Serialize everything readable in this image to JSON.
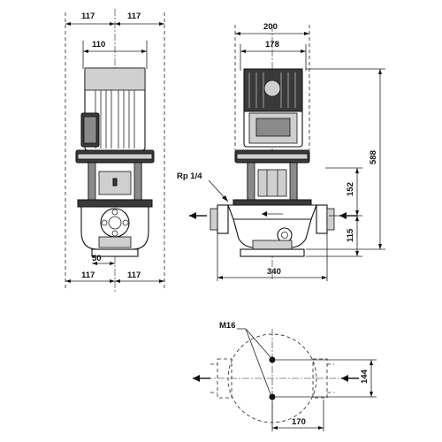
{
  "drawing": {
    "front_view": {
      "dims": {
        "top_left": "117",
        "top_right": "117",
        "motor_width": "110",
        "bottom_left": "117",
        "bottom_right": "117",
        "offset": "50"
      }
    },
    "side_view": {
      "dims": {
        "overall_width": "200",
        "motor_width": "178",
        "total_height": "588",
        "pipe_to_top_of_flange": "152",
        "pipe_height": "115",
        "port_to_port": "340"
      },
      "labels": {
        "pressure_port": "Rp 1/4"
      }
    },
    "base_view": {
      "dims": {
        "bolt_spacing": "144",
        "base_length": "170"
      },
      "labels": {
        "bolt_size": "M16"
      }
    }
  }
}
